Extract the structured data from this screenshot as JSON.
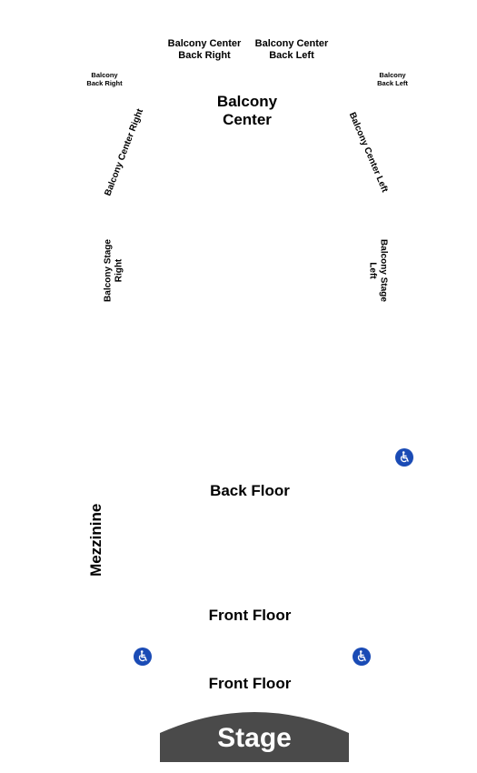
{
  "sections": {
    "balcony_center_back_right": "Balcony Center\nBack Right",
    "balcony_center_back_left": "Balcony Center\nBack Left",
    "balcony_back_right": "Balcony\nBack Right",
    "balcony_back_left": "Balcony\nBack Left",
    "balcony_center": "Balcony\nCenter",
    "balcony_center_right": "Balcony Center Right",
    "balcony_center_left": "Balcony Center Left",
    "balcony_stage_right": "Balcony Stage\nRight",
    "balcony_stage_left": "Balcony Stage\nLeft",
    "back_floor": "Back Floor",
    "mezzinine": "Mezzinine",
    "front_floor_upper": "Front Floor",
    "front_floor_lower": "Front Floor",
    "stage": "Stage"
  },
  "icons": {
    "wheelchair_right_upper": "wheelchair-icon",
    "wheelchair_left": "wheelchair-icon",
    "wheelchair_right_lower": "wheelchair-icon"
  },
  "colors": {
    "stage_fill": "#4a4a4a",
    "wheelchair_fill": "#1a4bb5",
    "text": "#000000"
  }
}
